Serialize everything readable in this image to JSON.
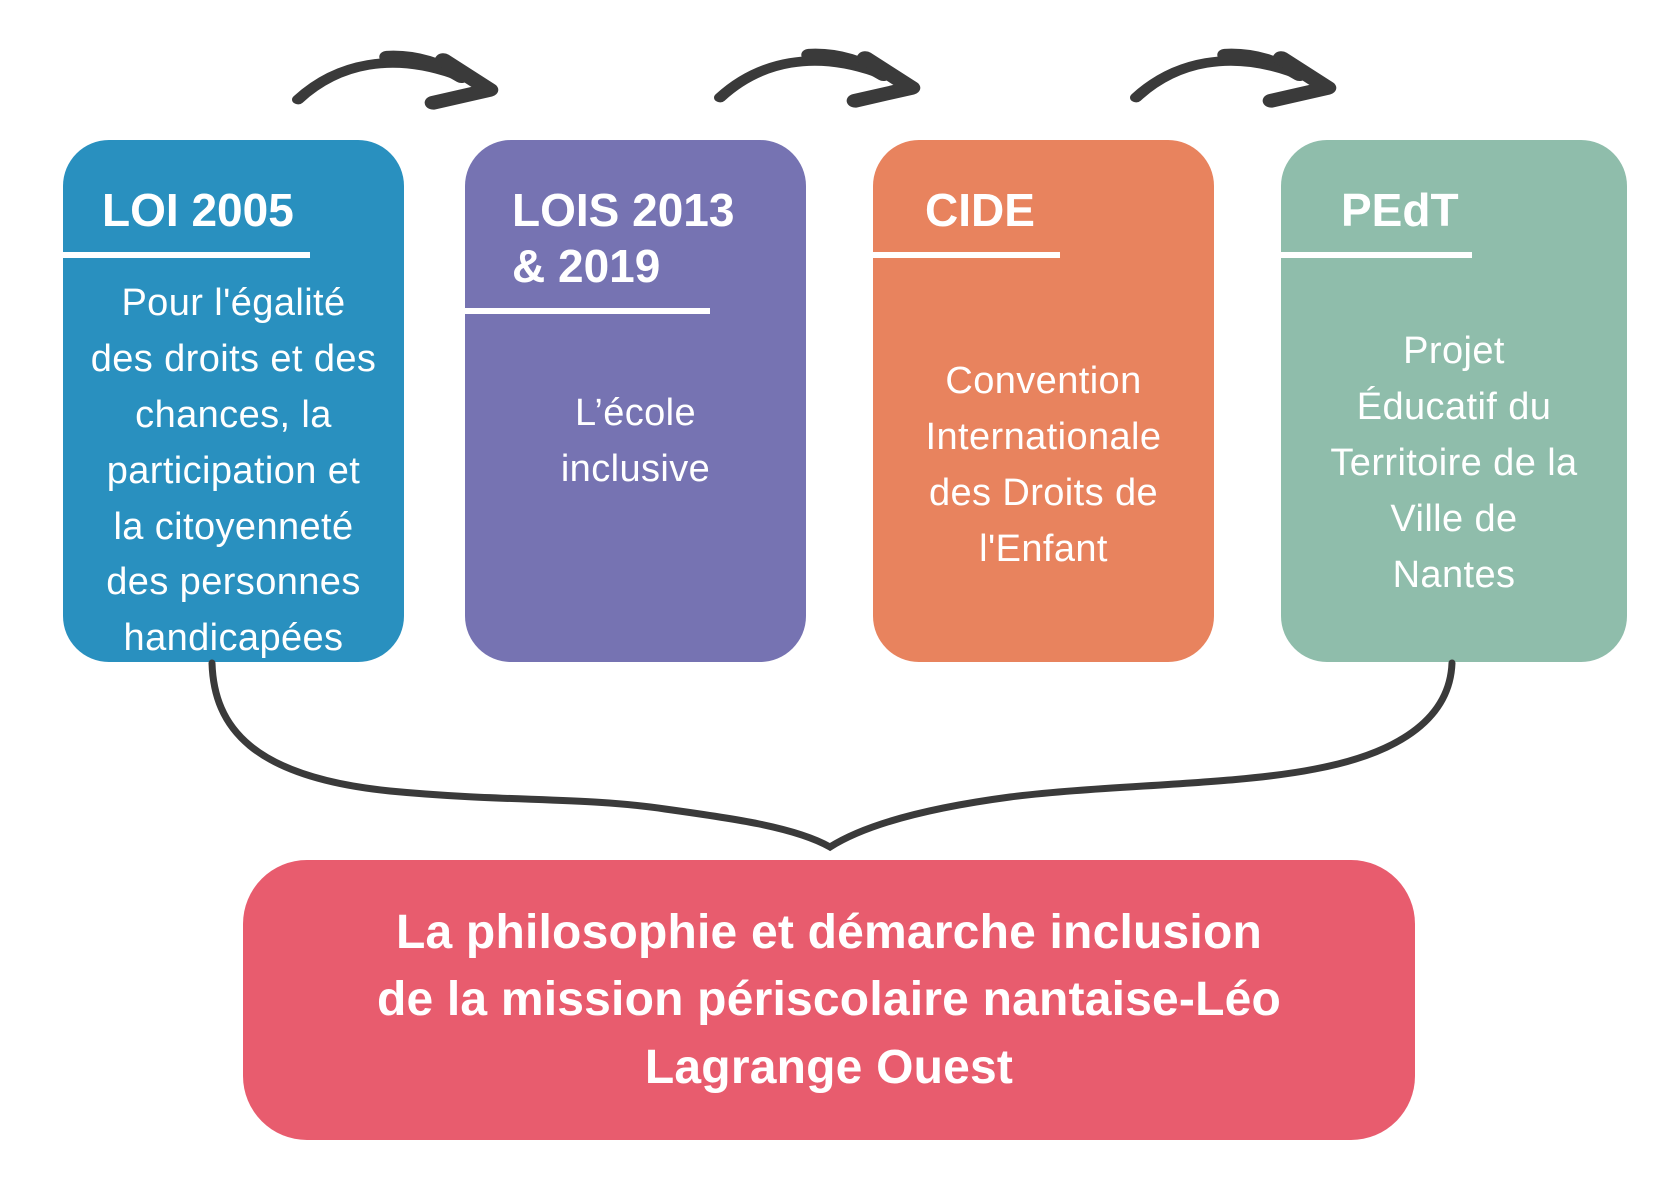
{
  "diagram": {
    "boxes": [
      {
        "id": "loi-2005",
        "title": "LOI 2005",
        "body": "Pour l'égalité\ndes droits et des\nchances, la\nparticipation et\nla citoyenneté\ndes personnes\nhandicapées",
        "color": "#2990bf"
      },
      {
        "id": "lois-2013-2019",
        "title": "LOIS 2013\n& 2019",
        "body": "L’école\ninclusive",
        "color": "#7673b2"
      },
      {
        "id": "cide",
        "title": "CIDE",
        "body": "Convention\nInternationale\ndes Droits de\nl'Enfant",
        "color": "#e8835e"
      },
      {
        "id": "pedt",
        "title": "PEdT",
        "body": "Projet\nÉducatif du\nTerritoire de la\nVille de\nNantes",
        "color": "#8fbdab"
      }
    ],
    "result": {
      "text": "La philosophie et démarche inclusion\nde la mission périscolaire nantaise-Léo\nLagrange Ouest",
      "color": "#e85c6e"
    },
    "connector_color": "#3a3a3a",
    "text_color": "#ffffff"
  }
}
